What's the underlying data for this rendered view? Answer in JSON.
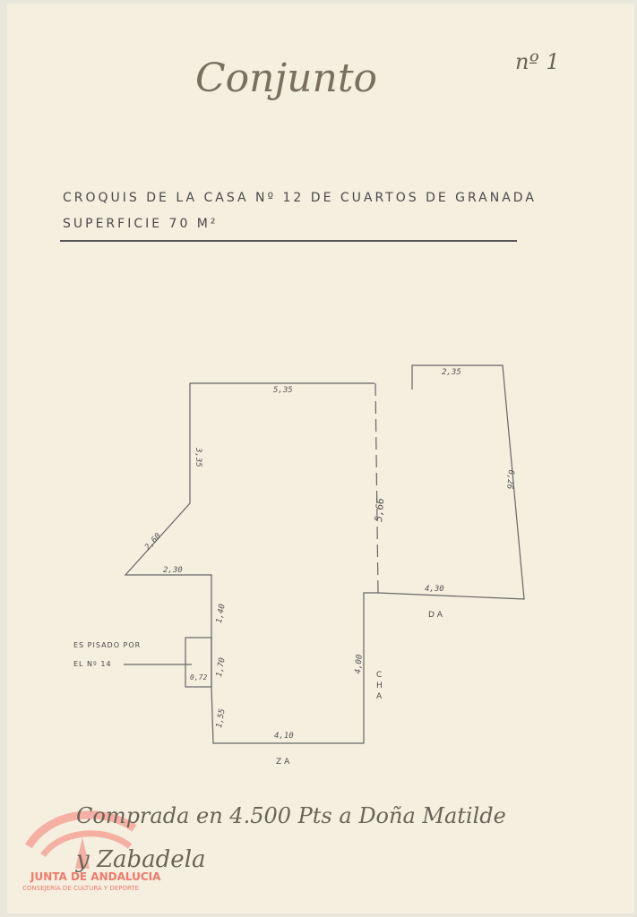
{
  "header": {
    "handwritten_title": "Conjunto",
    "sheet_number": "nº 1"
  },
  "title": {
    "line1": "CROQUIS DE LA CASA Nº 12 DE CUARTOS DE GRANADA",
    "line2": "SUPERFICIE 70 M²"
  },
  "plan": {
    "dimensions": {
      "top_left": "5,35",
      "left_upper": "3,35",
      "diagonal": "2,60",
      "left_step": "2,30",
      "left_mid": "1,40",
      "notch_height": "1,70",
      "notch_width": "0,72",
      "left_lower": "1,55",
      "bottom": "4,10",
      "right_lower": "4,00",
      "middle_dashed": "5,66",
      "top_right": "2,35",
      "right_side": "6,26",
      "right_bottom": "4,30"
    },
    "neighbor_labels": {
      "bottom": "ZA",
      "right_lower": "CHA",
      "right_bottom": "DA"
    },
    "note_line1": "ES PISADO POR",
    "note_line2": "EL Nº 14"
  },
  "footer": {
    "handwritten_line1": "Comprada en 4.500 Pts a Doña Matilde",
    "handwritten_line2": "y Zabadela"
  },
  "watermark": {
    "org": "JUNTA DE ANDALUCIA",
    "dept": "CONSEJERÍA DE CULTURA Y DEPORTE",
    "color": "#f07a6a"
  }
}
